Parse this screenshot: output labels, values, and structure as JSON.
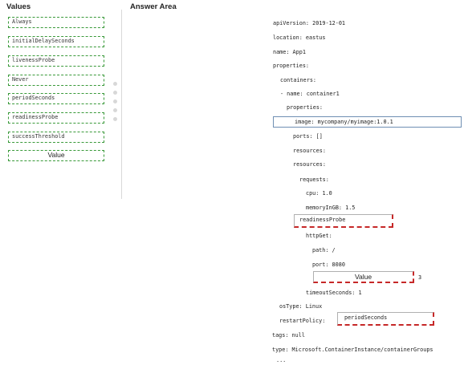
{
  "values_panel": {
    "title": "Values",
    "items": [
      "Always",
      "initialDelaySeconds",
      "livenessProbe",
      "Never",
      "periodSeconds",
      "readinessProbe",
      "successThreshold",
      "Value"
    ]
  },
  "answer_area": {
    "title": "Answer Area",
    "lines": [
      "apiVersion: 2019-12-01",
      "location: eastus",
      "name: App1",
      "properties:",
      "containers:",
      "- name: container1",
      "properties:",
      "image: mycompany/myimage:1.0.1",
      "ports: []",
      "resources:",
      "resources:",
      "requests:",
      "cpu: 1.0",
      "memoryInGB: 1.5",
      "httpGet:",
      "path: /",
      "port: 8080",
      "timeoutSeconds: 1",
      "osType: Linux",
      "restartPolicy:",
      "tags: null",
      "type: Microsoft.ContainerInstance/containerGroups",
      "..."
    ],
    "drop_zones": {
      "probe_slot": "readinessProbe",
      "threshold_slot": "Value",
      "threshold_suffix": "3",
      "restart_slot": "periodSeconds"
    }
  },
  "colors": {
    "value_border": "#3a9a3a",
    "drop_border": "#c62828",
    "highlight_border": "#6f8fb3"
  }
}
